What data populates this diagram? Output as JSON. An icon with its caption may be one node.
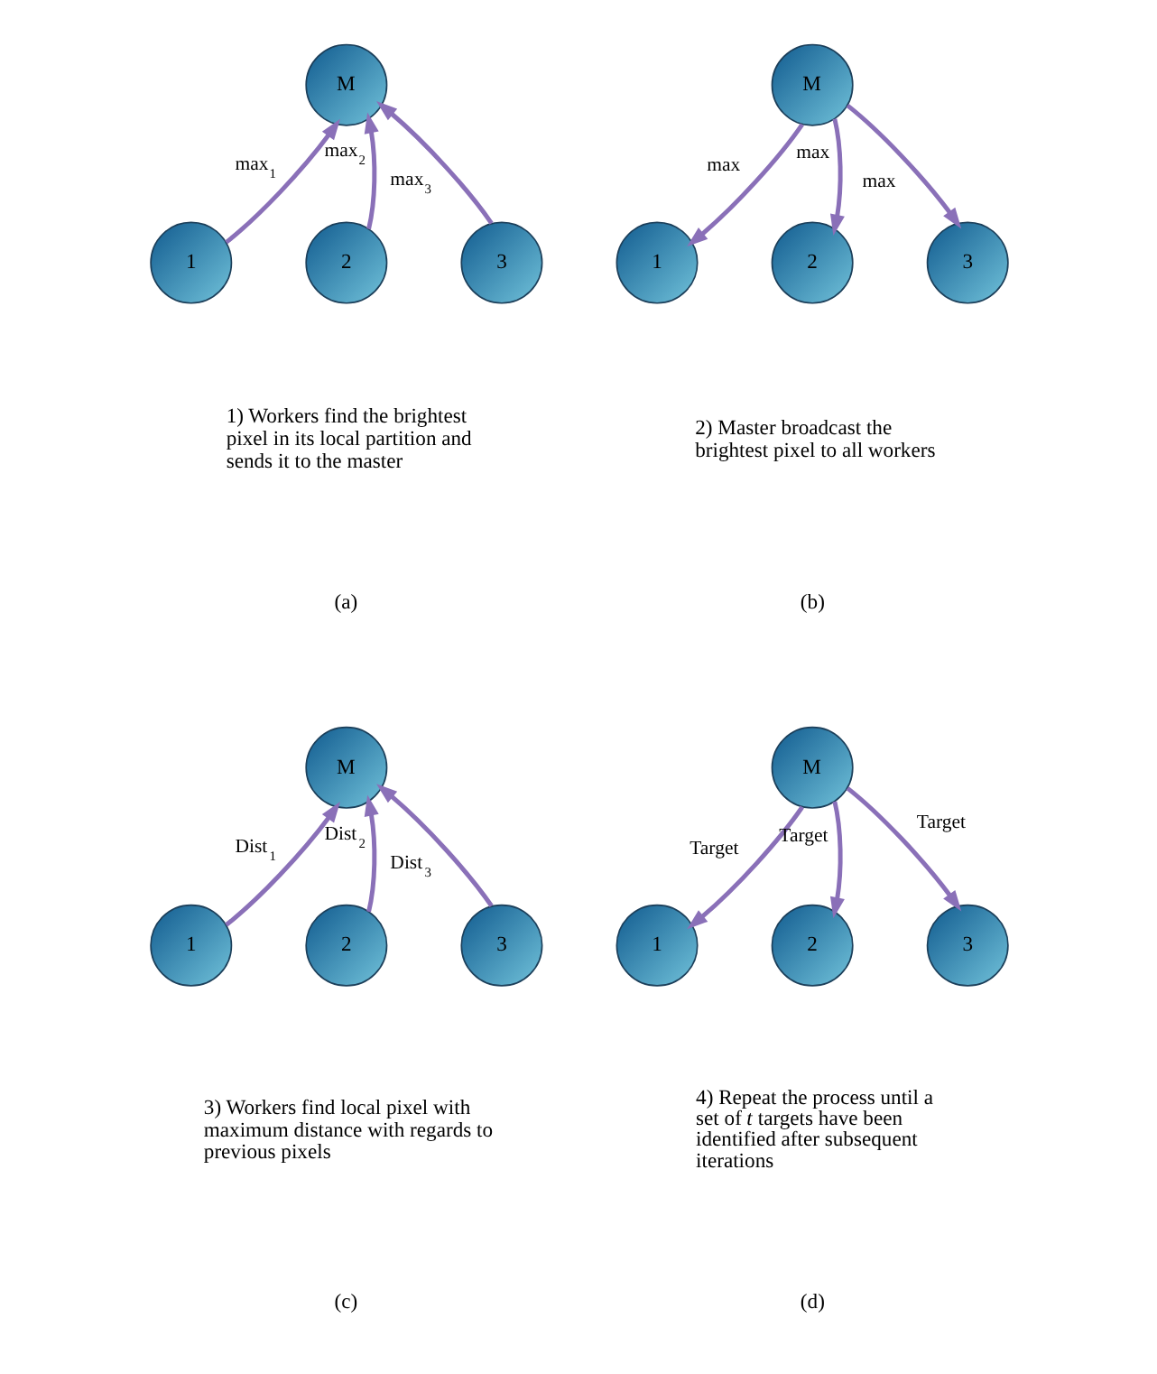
{
  "diagram": {
    "nodes": [
      {
        "text": [
          "M"
        ]
      },
      {
        "text": [
          "1"
        ]
      },
      {
        "text": [
          "2"
        ]
      },
      {
        "text": [
          "3"
        ]
      },
      {
        "text": [
          "M"
        ]
      },
      {
        "text": [
          "1"
        ]
      },
      {
        "text": [
          "2"
        ]
      },
      {
        "text": [
          "3"
        ]
      },
      {
        "text": [
          "M"
        ]
      },
      {
        "text": [
          "1"
        ]
      },
      {
        "text": [
          "2"
        ]
      },
      {
        "text": [
          "3"
        ]
      },
      {
        "text": [
          "M"
        ]
      },
      {
        "text": [
          "1"
        ]
      },
      {
        "text": [
          "2"
        ]
      },
      {
        "text": [
          "3"
        ]
      }
    ],
    "edges": [
      {
        "from": 1,
        "to": 0,
        "arrow": "to",
        "label": "max$_{1}$"
      },
      {
        "from": 2,
        "to": 0,
        "arrow": "to",
        "label": "max$_{2}$"
      },
      {
        "from": 3,
        "to": 0,
        "arrow": "to",
        "label": "max$_{3}$"
      },
      {
        "from": 4,
        "to": 5,
        "arrow": "to",
        "label": "max"
      },
      {
        "from": 4,
        "to": 6,
        "arrow": "to",
        "label": "max"
      },
      {
        "from": 4,
        "to": 7,
        "arrow": "to",
        "label": "max"
      },
      {
        "from": 9,
        "to": 8,
        "arrow": "to",
        "label": "Dist$_{1}$"
      },
      {
        "from": 10,
        "to": 8,
        "arrow": "to",
        "label": "Dist$_{2}$"
      },
      {
        "from": 11,
        "to": 8,
        "arrow": "to",
        "label": "Dist$_{3}$"
      },
      {
        "from": 12,
        "to": 13,
        "arrow": "to",
        "label": "Target"
      },
      {
        "from": 12,
        "to": 14,
        "arrow": "to",
        "label": "Target"
      },
      {
        "from": 12,
        "to": 15,
        "arrow": "to",
        "label": "Target"
      }
    ],
    "labels": [
      "1) Workers find the brightest pixel in its local partition and sends it to the master",
      "2) Master broadcast the brightest pixel to all workers",
      "(a)",
      "(b)",
      "3) Workers find local pixel with maximum distance with regards to previous pixels",
      "4) Repeat the process until a set of *t* targets have been identified after subsequent iterations",
      "(c)",
      "(d)"
    ]
  }
}
